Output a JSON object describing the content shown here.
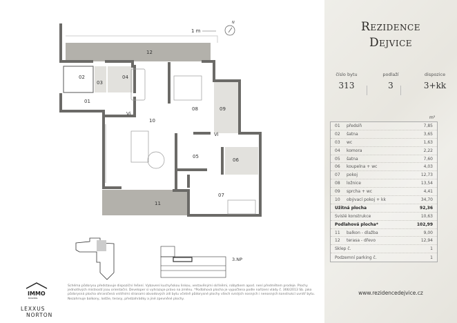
{
  "brand": {
    "title_line1": "Rezidence",
    "title_line2": "Dejvice",
    "website": "www.rezidencedejvice.cz",
    "logo1": "IMMO BUILDING",
    "logo2": "LEXXUS NORTON"
  },
  "apartment": {
    "number_label": "číslo bytu",
    "number": "313",
    "floor_label": "podlaží",
    "floor": "3",
    "layout_label": "dispozice",
    "layout": "3+kk"
  },
  "table": {
    "unit": "m²",
    "rows": [
      {
        "no": "01",
        "name": "předsíň",
        "area": "7,85"
      },
      {
        "no": "02",
        "name": "šatna",
        "area": "3,65"
      },
      {
        "no": "03",
        "name": "wc",
        "area": "1,63"
      },
      {
        "no": "04",
        "name": "komora",
        "area": "2,22"
      },
      {
        "no": "05",
        "name": "šatna",
        "area": "7,60"
      },
      {
        "no": "06",
        "name": "koupelna + wc",
        "area": "4,03"
      },
      {
        "no": "07",
        "name": "pokoj",
        "area": "12,73"
      },
      {
        "no": "08",
        "name": "ložnice",
        "area": "13,54"
      },
      {
        "no": "09",
        "name": "sprcha + wc",
        "area": "4,41"
      },
      {
        "no": "10",
        "name": "obývací pokoj + kk",
        "area": "34,70"
      },
      {
        "no": "",
        "name": "Užitná plocha",
        "area": "92,36",
        "bold": true
      },
      {
        "no": "",
        "name": "Svislé konstrukce",
        "area": "10,63"
      },
      {
        "no": "",
        "name": "Podlahová plocha*",
        "area": "102,99",
        "bold": true
      },
      {
        "no": "11",
        "name": "balkon - dlažba",
        "area": "9,00"
      },
      {
        "no": "12",
        "name": "terasa - dřevo",
        "area": "12,94"
      },
      {
        "no": "",
        "name": "Sklep č.",
        "area": "1"
      },
      {
        "no": "",
        "name": "Podzemní parking č.",
        "area": "1"
      }
    ]
  },
  "plan": {
    "scale": "1 m",
    "north": "N",
    "floor_tag": "3.NP",
    "rooms": [
      "12",
      "02",
      "03",
      "04",
      "01",
      "10",
      "08",
      "09",
      "05",
      "06",
      "07",
      "11"
    ],
    "wardrobe_mark": "Vi"
  },
  "footnote": "Schéma půdorysu představuje dispoziční řešení. Vybavení kuchyňskou linkou, vestavěnými skříněmi, nábytkem apod. není předmětem prodeje. Plochy jednotlivých místností jsou orientační. Developer si vyhrazuje právo na změnu. *Podlahová plocha je vypočtena podle nařízení vlády č. 366/2013 Sb. jako půdorysná plocha ohraničená vnitřními stranami obvodových zdí bytu včetně půdorysné plochy všech svislých nosných i nenosných konstrukcí uvnitř bytu. Nezahrnuje balkony, lodžie, terasy, předzahrádky a jiné zpevněné plochy."
}
